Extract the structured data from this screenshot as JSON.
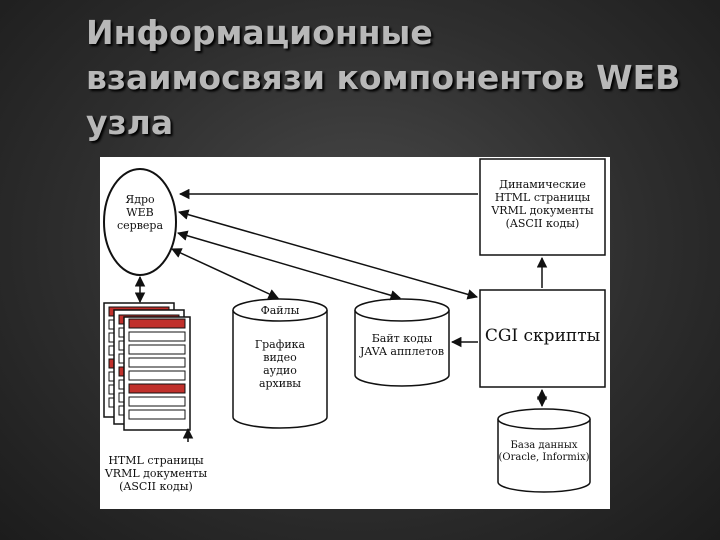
{
  "slide": {
    "title_lines": [
      "Информационные",
      "взаимосвязи компонентов WEB",
      "узла"
    ]
  },
  "diagram": {
    "core": [
      "Ядро",
      "WEB",
      "сервера"
    ],
    "dynamic_pages": [
      "Динамические",
      "HTML страницы",
      "VRML документы",
      "(ASCII коды)"
    ],
    "files": {
      "header": "Файлы",
      "items": [
        "Графика",
        "видео",
        "аудио",
        "архивы"
      ]
    },
    "bytecode": [
      "Байт коды",
      "JAVA апплетов"
    ],
    "cgi": "CGI скрипты",
    "database": [
      "База данных",
      "(Oracle, Informix)"
    ],
    "html_docs": [
      "HTML страницы",
      "VRML документы",
      "(ASCII коды)"
    ]
  },
  "colors": {
    "background": "#2e2e2e",
    "title": "#b8b8b8",
    "accent_red": "#c0302b"
  }
}
